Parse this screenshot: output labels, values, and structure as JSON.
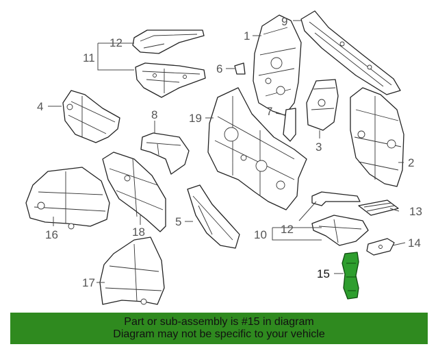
{
  "callouts": {
    "c1": "1",
    "c2": "2",
    "c3": "3",
    "c4": "4",
    "c5": "5",
    "c6": "6",
    "c7": "7",
    "c8": "8",
    "c9": "9",
    "c10": "10",
    "c11": "11",
    "c12a": "12",
    "c12b": "12",
    "c13": "13",
    "c14": "14",
    "c15": "15",
    "c16": "16",
    "c17": "17",
    "c18": "18",
    "c19": "19"
  },
  "highlight": {
    "part_number": "15",
    "color": "#2e9e2e"
  },
  "footer": {
    "line1": "Part or sub-assembly is #15 in diagram",
    "line2": "Diagram may not be specific to your vehicle",
    "background": "#2f8a1f"
  }
}
